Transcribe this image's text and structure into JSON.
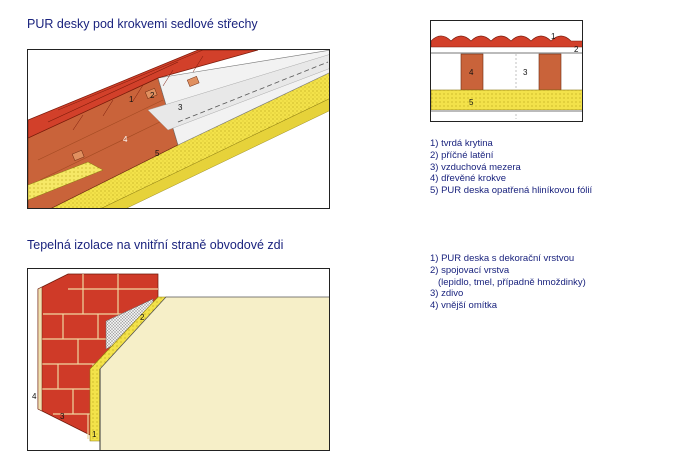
{
  "section1": {
    "title": "PUR desky pod krokvemi sedlové střechy",
    "labels": [
      "1",
      "2",
      "3",
      "4",
      "5"
    ],
    "legend": [
      "1) tvrdá krytina",
      "2) příčné latění",
      "3) vzduchová mezera",
      "4) dřevěné krokve",
      "5) PUR deska opatřená hliníkovou fólií"
    ]
  },
  "section2": {
    "title": "Tepelná izolace na vnitřní straně obvodové zdi",
    "labels": [
      "1",
      "2",
      "3",
      "4"
    ],
    "legend": [
      "1) PUR deska s dekorační vrstvou",
      "2) spojovací vrstva",
      "(lepidlo, tmel, případně hmoždinky)",
      "3) zdivo",
      "4) vnější omítka"
    ]
  },
  "colors": {
    "title": "#1a237e",
    "tile": "#d2402a",
    "insulation": "#f3e24a",
    "timber": "#c9633a",
    "brick": "#cf3a28",
    "plaster": "#f6efc8"
  }
}
